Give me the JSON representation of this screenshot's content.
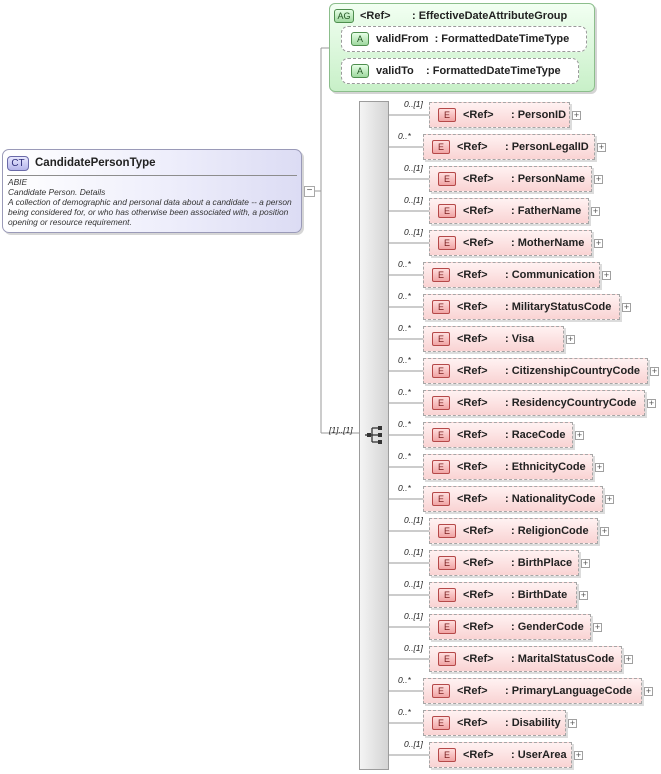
{
  "complex_type": {
    "badge": "CT",
    "name": "CandidatePersonType",
    "abie": "ABIE",
    "den": "Candidate Person. Details",
    "definition": "A collection of demographic and personal data about a candidate -- a person being considered for, or who has otherwise been associated with, a position opening or resource requirement."
  },
  "attribute_group": {
    "badge": "AG",
    "ref": "<Ref>",
    "name": ": EffectiveDateAttributeGroup",
    "attributes": [
      {
        "badge": "A",
        "name": "validFrom",
        "type": ": FormattedDateTimeType"
      },
      {
        "badge": "A",
        "name": "validTo",
        "type": ": FormattedDateTimeType"
      }
    ]
  },
  "sequence": {
    "multiplicity": "[1]..[1]"
  },
  "elements": [
    {
      "mult": "0..[1]",
      "badge": "E",
      "ref": "<Ref>",
      "name": ": PersonID"
    },
    {
      "mult": "0..*",
      "badge": "E",
      "ref": "<Ref>",
      "name": ": PersonLegalID"
    },
    {
      "mult": "0..[1]",
      "badge": "E",
      "ref": "<Ref>",
      "name": ": PersonName"
    },
    {
      "mult": "0..[1]",
      "badge": "E",
      "ref": "<Ref>",
      "name": ": FatherName"
    },
    {
      "mult": "0..[1]",
      "badge": "E",
      "ref": "<Ref>",
      "name": ": MotherName"
    },
    {
      "mult": "0..*",
      "badge": "E",
      "ref": "<Ref>",
      "name": ": Communication"
    },
    {
      "mult": "0..*",
      "badge": "E",
      "ref": "<Ref>",
      "name": ": MilitaryStatusCode"
    },
    {
      "mult": "0..*",
      "badge": "E",
      "ref": "<Ref>",
      "name": ": Visa"
    },
    {
      "mult": "0..*",
      "badge": "E",
      "ref": "<Ref>",
      "name": ": CitizenshipCountryCode"
    },
    {
      "mult": "0..*",
      "badge": "E",
      "ref": "<Ref>",
      "name": ": ResidencyCountryCode"
    },
    {
      "mult": "0..*",
      "badge": "E",
      "ref": "<Ref>",
      "name": ": RaceCode"
    },
    {
      "mult": "0..*",
      "badge": "E",
      "ref": "<Ref>",
      "name": ": EthnicityCode"
    },
    {
      "mult": "0..*",
      "badge": "E",
      "ref": "<Ref>",
      "name": ": NationalityCode"
    },
    {
      "mult": "0..[1]",
      "badge": "E",
      "ref": "<Ref>",
      "name": ": ReligionCode"
    },
    {
      "mult": "0..[1]",
      "badge": "E",
      "ref": "<Ref>",
      "name": ": BirthPlace"
    },
    {
      "mult": "0..[1]",
      "badge": "E",
      "ref": "<Ref>",
      "name": ": BirthDate"
    },
    {
      "mult": "0..[1]",
      "badge": "E",
      "ref": "<Ref>",
      "name": ": GenderCode"
    },
    {
      "mult": "0..[1]",
      "badge": "E",
      "ref": "<Ref>",
      "name": ": MaritalStatusCode"
    },
    {
      "mult": "0..*",
      "badge": "E",
      "ref": "<Ref>",
      "name": ": PrimaryLanguageCode"
    },
    {
      "mult": "0..*",
      "badge": "E",
      "ref": "<Ref>",
      "name": ": Disability"
    },
    {
      "mult": "0..[1]",
      "badge": "E",
      "ref": "<Ref>",
      "name": ": UserArea"
    }
  ]
}
